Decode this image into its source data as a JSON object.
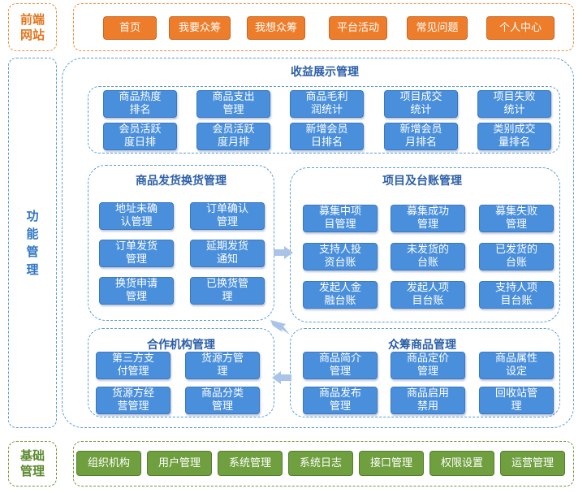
{
  "sections": {
    "front": {
      "label_line1": "前端",
      "label_line2": "网站"
    },
    "function": {
      "label_line1": "功",
      "label_line2": "能",
      "label_line3": "管",
      "label_line4": "理"
    },
    "base": {
      "label_line1": "基础",
      "label_line2": "管理"
    }
  },
  "front_nav": [
    "首页",
    "我要众筹",
    "我想众筹",
    "平台活动",
    "常见问题",
    "个人中心"
  ],
  "revenue": {
    "title": "收益展示管理",
    "items": [
      [
        "商品热度",
        "排名"
      ],
      [
        "商品支出",
        "管理"
      ],
      [
        "商品毛利",
        "润统计"
      ],
      [
        "项目成交",
        "统计"
      ],
      [
        "项目失败",
        "统计"
      ],
      [
        "会员活跃",
        "度日排"
      ],
      [
        "会员活跃",
        "度月排"
      ],
      [
        "新增会员",
        "日排名"
      ],
      [
        "新增会员",
        "月排名"
      ],
      [
        "类别成交",
        "量排名"
      ]
    ]
  },
  "shipping": {
    "title": "商品发货换货管理",
    "items": [
      [
        "地址未确",
        "认管理"
      ],
      [
        "订单确认",
        "管理"
      ],
      [
        "订单发货",
        "管理"
      ],
      [
        "延期发货",
        "通知"
      ],
      [
        "换货申请",
        "管理"
      ],
      [
        "已换货管",
        "理"
      ]
    ]
  },
  "project": {
    "title": "项目及台账管理",
    "items": [
      [
        "募集中项",
        "目管理"
      ],
      [
        "募集成功",
        "管理"
      ],
      [
        "募集失败",
        "管理"
      ],
      [
        "支持人投",
        "资台账"
      ],
      [
        "未发货的",
        "台账"
      ],
      [
        "已发货的",
        "台账"
      ],
      [
        "发起人金",
        "融台账"
      ],
      [
        "发起人项",
        "目台账"
      ],
      [
        "支持人项",
        "目台账"
      ]
    ]
  },
  "partner": {
    "title": "合作机构管理",
    "items": [
      [
        "第三方支",
        "付管理"
      ],
      [
        "货源方管",
        "理"
      ],
      [
        "货源方经",
        "营管理"
      ],
      [
        "商品分类",
        "管理"
      ]
    ]
  },
  "crowdfund": {
    "title": "众筹商品管理",
    "items": [
      [
        "商品简介",
        "管理"
      ],
      [
        "商品定价",
        "管理"
      ],
      [
        "商品属性",
        "设定"
      ],
      [
        "商品发布",
        "管理"
      ],
      [
        "商品启用",
        "禁用"
      ],
      [
        "回收站管",
        "理"
      ]
    ]
  },
  "base_nav": [
    "组织机构",
    "用户管理",
    "系统管理",
    "系统日志",
    "接口管理",
    "权限设置",
    "运营管理"
  ],
  "colors": {
    "orange": "#ee7d2b",
    "blue": "#4a8fdc",
    "green": "#6f9f3e",
    "title_blue": "#2c5fa8"
  }
}
